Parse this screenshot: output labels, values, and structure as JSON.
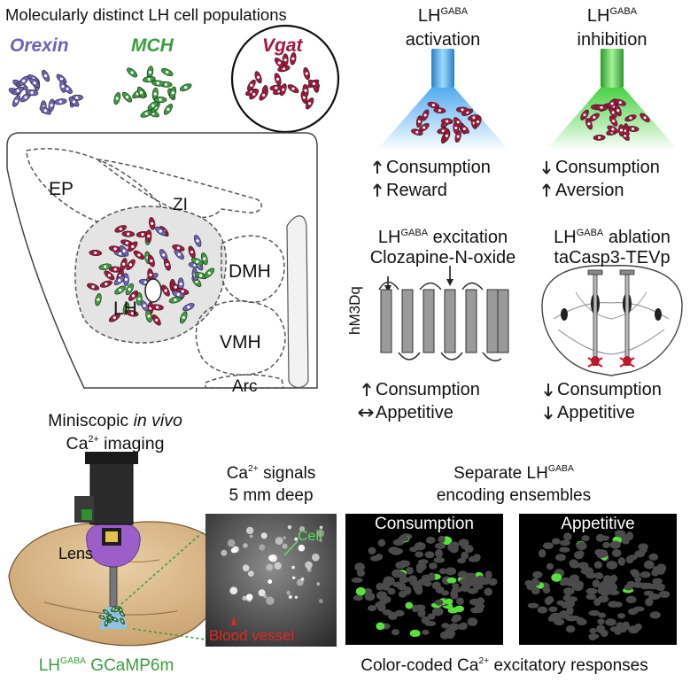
{
  "panel_populations": {
    "title": "Molecularly distinct LH cell populations",
    "orexin": "Orexin",
    "mch": "MCH",
    "vgat": "Vgat",
    "colors": {
      "orexin": "#6d62b6",
      "mch": "#3b9c3d",
      "vgat": "#a3173c"
    }
  },
  "panel_anatomy": {
    "regions": {
      "ep": "EP",
      "zi": "ZI",
      "dmh": "DMH",
      "lh": "LH",
      "vmh": "VMH",
      "arc": "Arc"
    }
  },
  "panel_activation": {
    "title_base": "LH",
    "title_sup": "GABA",
    "title_rest": "activation",
    "effect1": "Consumption",
    "effect1_arrow": "up",
    "effect2": "Reward",
    "effect2_arrow": "up"
  },
  "panel_inhibition": {
    "title_base": "LH",
    "title_sup": "GABA",
    "title_rest": "inhibition",
    "effect1": "Consumption",
    "effect1_arrow": "down",
    "effect2": "Aversion",
    "effect2_arrow": "up"
  },
  "panel_excitation": {
    "title_base": "LH",
    "title_sup": "GABA",
    "title_rest": " excitation",
    "subtitle": "Clozapine-N-oxide",
    "receptor_label": "hM3Dq",
    "effect1": "Consumption",
    "effect1_arrow": "up",
    "effect2": "Appetitive",
    "effect2_arrow": "both"
  },
  "panel_ablation": {
    "title_base": "LH",
    "title_sup": "GABA",
    "title_rest": " ablation",
    "subtitle": "taCasp3-TEVp",
    "effect1": "Consumption",
    "effect1_arrow": "down",
    "effect2": "Appetitive",
    "effect2_arrow": "down"
  },
  "panel_imaging": {
    "title_line1_a": "Miniscopic ",
    "title_line1_b": "in vivo",
    "title_line2_base": "Ca",
    "title_line2_sup": "2+",
    "title_line2_rest": " imaging",
    "lens_label": "Lens",
    "bottom_base": "LH",
    "bottom_sup": "GABA",
    "bottom_rest": " GCaMP6m"
  },
  "panel_signals": {
    "title_line1_base": "Ca",
    "title_line1_sup": "2+",
    "title_line1_rest": " signals",
    "title_line2": "5 mm deep",
    "cell_label": "Cell",
    "vessel_label": "Blood vessel"
  },
  "panel_ensembles": {
    "title_line1_a": "Separate LH",
    "title_line1_sup": "GABA",
    "title_line2": "encoding ensembles",
    "left_label": "Consumption",
    "right_label": "Appetitive",
    "caption_a": "Color-coded Ca",
    "caption_sup": "2+",
    "caption_b": " excitatory responses"
  }
}
